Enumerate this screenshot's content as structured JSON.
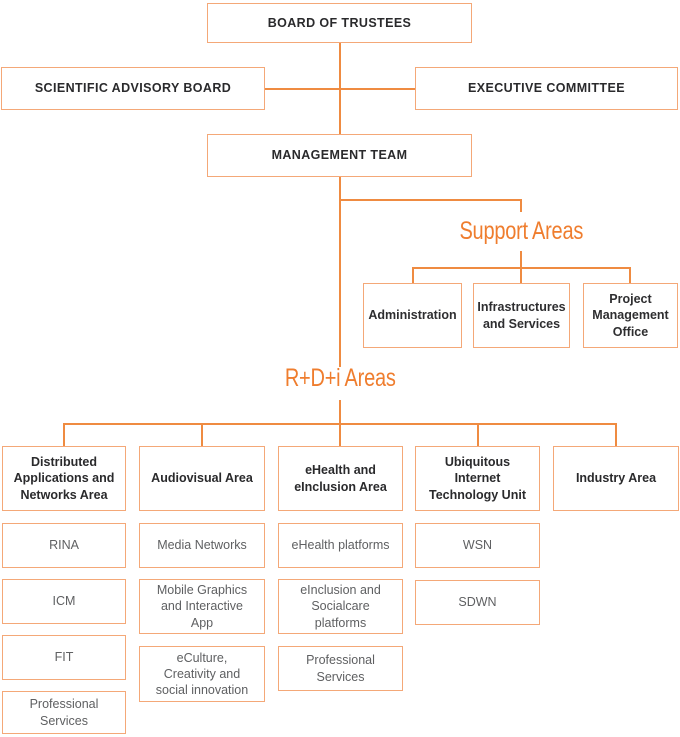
{
  "colors": {
    "box_border": "#f4a878",
    "connector_line": "#ef8b41",
    "accent_orange": "#ef7d2e",
    "text_dark": "#2a2a2c",
    "text_gray": "#5f6062",
    "background": "#ffffff"
  },
  "governance": {
    "board_of_trustees": "BOARD OF TRUSTEES",
    "scientific_advisory_board": "SCIENTIFIC ADVISORY BOARD",
    "executive_committee": "EXECUTIVE COMMITTEE",
    "management_team": "MANAGEMENT TEAM"
  },
  "support": {
    "title": "Support Areas",
    "boxes": [
      "Administration",
      "Infrastructures\nand Services",
      "Project\nManagement\nOffice"
    ]
  },
  "rdi": {
    "title": "R+D+i Areas",
    "columns": [
      {
        "header": "Distributed\nApplications and\nNetworks Area",
        "items": [
          "RINA",
          "ICM",
          "FIT",
          "Professional\nServices"
        ]
      },
      {
        "header": "Audiovisual Area",
        "items": [
          "Media Networks",
          "Mobile Graphics\nand Interactive\nApp",
          "eCulture,\nCreativity and\nsocial innovation"
        ]
      },
      {
        "header": "eHealth and\neInclusion Area",
        "items": [
          "eHealth platforms",
          "eInclusion and\nSocialcare\nplatforms",
          "Professional\nServices"
        ]
      },
      {
        "header": "Ubiquitous\nInternet\nTechnology Unit",
        "items": [
          "WSN",
          "SDWN"
        ]
      },
      {
        "header": "Industry Area",
        "items": []
      }
    ]
  }
}
